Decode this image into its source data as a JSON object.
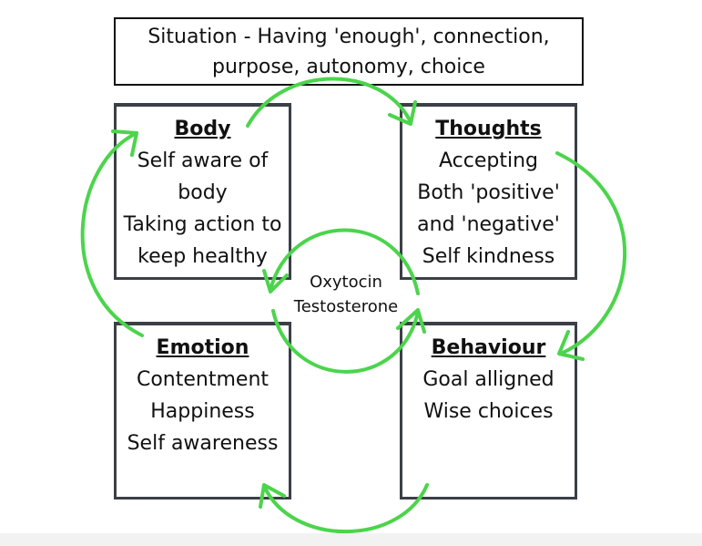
{
  "situation": {
    "line1": "Situation - Having 'enough', connection,",
    "line2": "purpose, autonomy, choice"
  },
  "boxes": {
    "body": {
      "title": "Body",
      "lines": [
        "Self aware of",
        "body",
        "Taking action to",
        "keep healthy"
      ]
    },
    "thoughts": {
      "title": "Thoughts",
      "lines": [
        "Accepting",
        "Both 'positive'",
        "and 'negative'",
        "Self kindness"
      ]
    },
    "emotion": {
      "title": "Emotion",
      "lines": [
        "Contentment",
        "Happiness",
        "Self awareness"
      ]
    },
    "behaviour": {
      "title": "Behaviour",
      "lines": [
        "Goal alligned",
        "Wise choices"
      ]
    }
  },
  "hormones": {
    "line1": "Oxytocin",
    "line2": "Testosterone"
  },
  "colors": {
    "arrow": "#4cd44c",
    "box_border": "#3b3f47",
    "text": "#111111"
  }
}
